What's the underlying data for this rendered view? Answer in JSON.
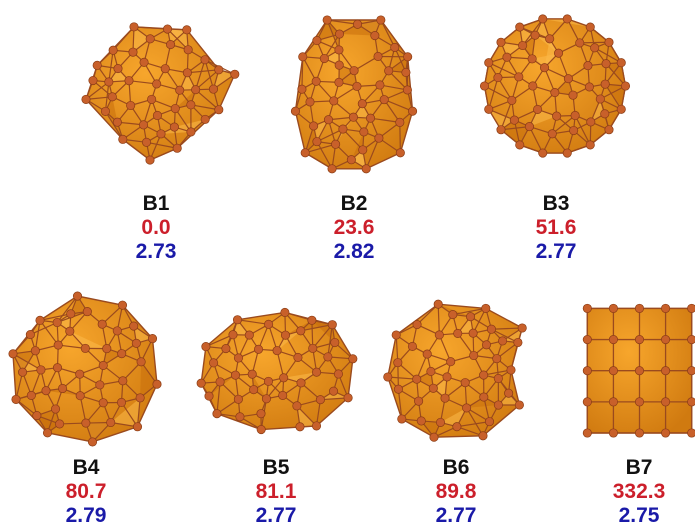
{
  "colors": {
    "energy_text": "#cc1f2b",
    "distance_text": "#1a1aa8",
    "label_text": "#111111",
    "facet_light": "#f7a62c",
    "facet_dark": "#d07a10",
    "atom": "#c8602a",
    "bond": "#9a4a1e"
  },
  "structures": [
    {
      "name": "B1",
      "energy": "0.0",
      "distance": "2.73"
    },
    {
      "name": "B2",
      "energy": "23.6",
      "distance": "2.82"
    },
    {
      "name": "B3",
      "energy": "51.6",
      "distance": "2.77"
    },
    {
      "name": "B4",
      "energy": "80.7",
      "distance": "2.79"
    },
    {
      "name": "B5",
      "energy": "81.1",
      "distance": "2.77"
    },
    {
      "name": "B6",
      "energy": "89.8",
      "distance": "2.77"
    },
    {
      "name": "B7",
      "energy": "332.3",
      "distance": "2.75"
    }
  ]
}
